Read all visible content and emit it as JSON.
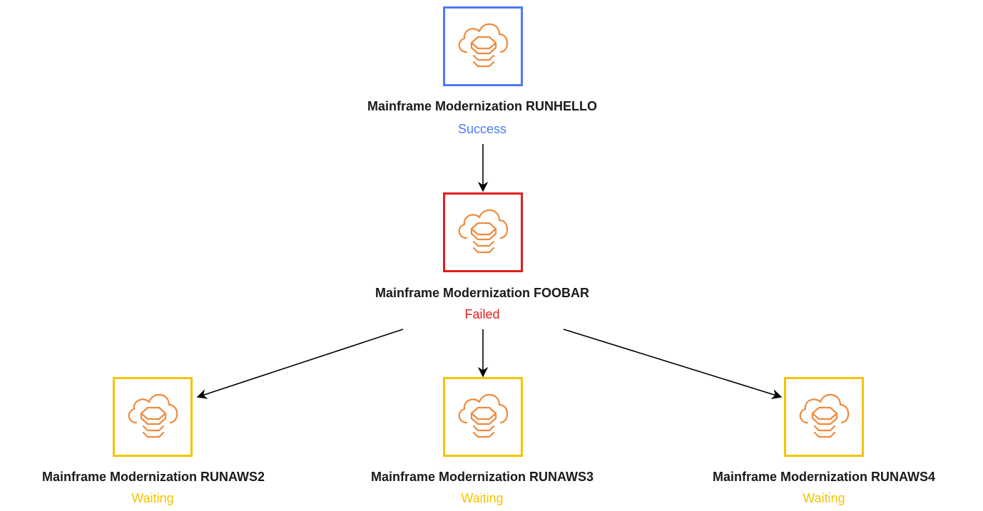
{
  "nodes": [
    {
      "id": "runhello",
      "title": "Mainframe Modernization RUNHELLO",
      "status": "Success",
      "status_color": "#4a7bf7",
      "border_color": "#4a7bf7"
    },
    {
      "id": "foobar",
      "title": "Mainframe Modernization FOOBAR",
      "status": "Failed",
      "status_color": "#e31c1c",
      "border_color": "#e31c1c"
    },
    {
      "id": "runaws2",
      "title": "Mainframe Modernization RUNAWS2",
      "status": "Waiting",
      "status_color": "#f5c400",
      "border_color": "#f5c400"
    },
    {
      "id": "runaws3",
      "title": "Mainframe Modernization RUNAWS3",
      "status": "Waiting",
      "status_color": "#f5c400",
      "border_color": "#f5c400"
    },
    {
      "id": "runaws4",
      "title": "Mainframe Modernization RUNAWS4",
      "status": "Waiting",
      "status_color": "#f5c400",
      "border_color": "#f5c400"
    }
  ],
  "edges": [
    {
      "from": "runhello",
      "to": "foobar"
    },
    {
      "from": "foobar",
      "to": "runaws2"
    },
    {
      "from": "foobar",
      "to": "runaws3"
    },
    {
      "from": "foobar",
      "to": "runaws4"
    }
  ],
  "icon": {
    "name": "mainframe-modernization-icon",
    "color": "#f08a3c"
  }
}
